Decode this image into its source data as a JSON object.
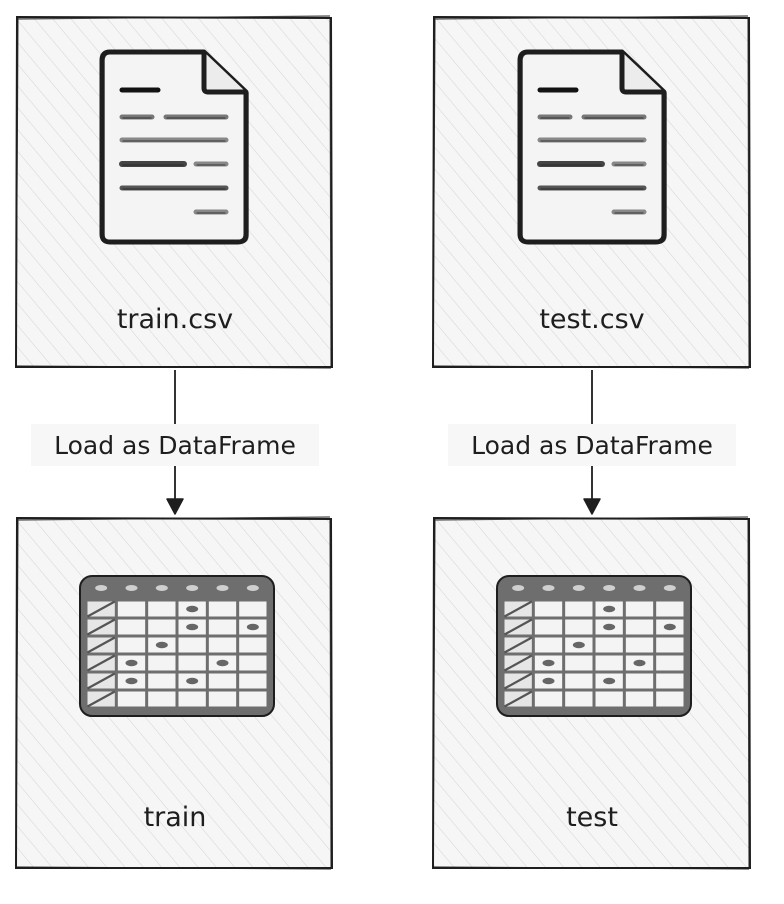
{
  "colors": {
    "stroke": "#1e1e1e",
    "box_fill": "#f6f6f6",
    "hatch": "#d4d4d4",
    "label_bg": "#f7f7f7"
  },
  "diagram": {
    "nodes": [
      {
        "id": "train-csv",
        "label": "train.csv",
        "icon": "document-icon"
      },
      {
        "id": "test-csv",
        "label": "test.csv",
        "icon": "document-icon"
      },
      {
        "id": "train",
        "label": "train",
        "icon": "table-icon"
      },
      {
        "id": "test",
        "label": "test",
        "icon": "table-icon"
      }
    ],
    "edges": [
      {
        "from": "train-csv",
        "to": "train",
        "label": "Load as DataFrame"
      },
      {
        "from": "test-csv",
        "to": "test",
        "label": "Load as DataFrame"
      }
    ]
  }
}
